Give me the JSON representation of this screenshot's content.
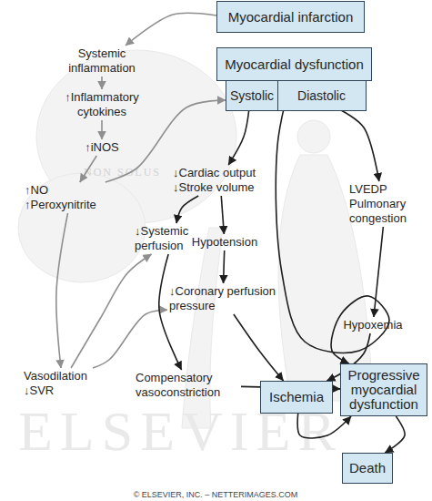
{
  "diagram": {
    "nodes": [
      {
        "text": [
          "Myocardial infarction"
        ]
      },
      {
        "text": [
          "Myocardial dysfunction"
        ]
      },
      {
        "text": [
          "Systolic"
        ]
      },
      {
        "text": [
          "Diastolic"
        ]
      },
      {
        "text": [
          "Systemic inflammation"
        ]
      },
      {
        "text": [
          "↑Inflammatory cytokines"
        ]
      },
      {
        "text": [
          "↑iNOS"
        ]
      },
      {
        "text": [
          "↑NO ↑Peroxynitrite"
        ]
      },
      {
        "text": [
          "↓Cardiac output ↓Stroke volume"
        ]
      },
      {
        "text": [
          "LVEDP Pulmonary congestion"
        ]
      },
      {
        "text": [
          "↓Systemic perfusion"
        ]
      },
      {
        "text": [
          "Hypotension"
        ]
      },
      {
        "text": [
          "↓Coronary perfusion pressure"
        ]
      },
      {
        "text": [
          "Hypoxemia"
        ]
      },
      {
        "text": [
          "Ischemia"
        ]
      },
      {
        "text": [
          "Vasodilation ↓SVR"
        ]
      },
      {
        "text": [
          "Compensatory vasoconstriction"
        ]
      },
      {
        "text": [
          "Progressive myocardial dysfunction"
        ]
      },
      {
        "text": [
          "Death"
        ]
      }
    ],
    "edges": [
      {
        "from": 0,
        "to": 4,
        "arrow": "to"
      },
      {
        "from": 4,
        "to": 5,
        "arrow": "to"
      },
      {
        "from": 5,
        "to": 6,
        "arrow": "to"
      },
      {
        "from": 6,
        "to": 7,
        "arrow": "to"
      },
      {
        "from": 7,
        "to": 2,
        "arrow": "to"
      },
      {
        "from": 7,
        "to": 15,
        "arrow": "to"
      },
      {
        "from": 15,
        "to": 10,
        "arrow": "to"
      },
      {
        "from": 15,
        "to": 12,
        "arrow": "to"
      },
      {
        "from": 2,
        "to": 8,
        "arrow": "to"
      },
      {
        "from": 3,
        "to": 9,
        "arrow": "to"
      },
      {
        "from": 1,
        "to": 17,
        "arrow": "to"
      },
      {
        "from": 8,
        "to": 10,
        "arrow": "to"
      },
      {
        "from": 8,
        "to": 11,
        "arrow": "to"
      },
      {
        "from": 11,
        "to": 12,
        "arrow": "to"
      },
      {
        "from": 12,
        "to": 14,
        "arrow": "to"
      },
      {
        "from": 10,
        "to": 16,
        "arrow": "to"
      },
      {
        "from": 16,
        "to": 17,
        "arrow": "to"
      },
      {
        "from": 9,
        "to": 13,
        "arrow": "to"
      },
      {
        "from": 13,
        "to": 14,
        "arrow": "to"
      },
      {
        "from": 14,
        "to": 17,
        "arrow": "to"
      },
      {
        "from": 17,
        "to": 18,
        "arrow": "to"
      }
    ],
    "labels": [
      "NON SOLUS",
      "ELSEVIER",
      "© ELSEVIER, INC. – NETTERIMAGES.COM"
    ]
  }
}
